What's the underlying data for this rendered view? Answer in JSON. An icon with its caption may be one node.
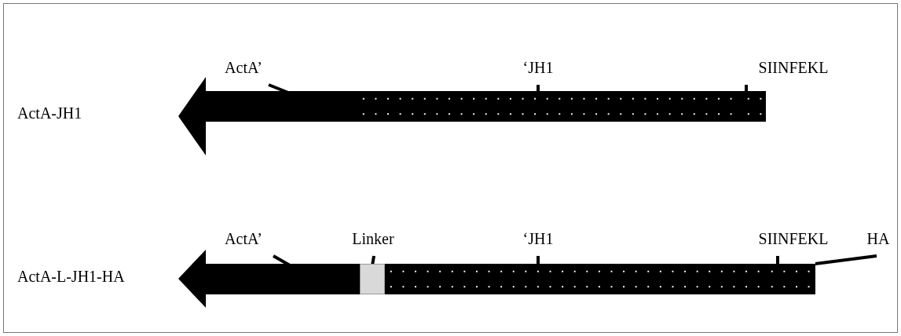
{
  "diagram": {
    "nodes": [
      {
        "text": [
          "ActA’"
        ]
      },
      {
        "text": [
          "‘JH1"
        ]
      },
      {
        "text": [
          "SIINFEKL"
        ]
      },
      {
        "text": [
          "ActA’"
        ]
      },
      {
        "text": [
          "Linker"
        ]
      },
      {
        "text": [
          "‘JH1"
        ]
      },
      {
        "text": [
          "SIINFEKL"
        ]
      },
      {
        "text": [
          "HA"
        ]
      },
      {
        "text": [],
        "shape": "arrow"
      },
      {
        "text": [],
        "shape": "bar"
      },
      {
        "text": [],
        "shape": "bar"
      },
      {
        "text": [],
        "shape": "arrow"
      },
      {
        "text": [],
        "shape": "box"
      },
      {
        "text": [],
        "shape": "bar"
      },
      {
        "text": [],
        "shape": "bar"
      }
    ],
    "edges": [
      {
        "from": 0,
        "to": 8,
        "arrow": "none"
      },
      {
        "from": 1,
        "to": 9,
        "arrow": "none"
      },
      {
        "from": 2,
        "to": 10,
        "arrow": "none"
      },
      {
        "from": 3,
        "to": 11,
        "arrow": "none"
      },
      {
        "from": 4,
        "to": 12,
        "arrow": "none"
      },
      {
        "from": 5,
        "to": 13,
        "arrow": "none"
      },
      {
        "from": 6,
        "to": 14,
        "arrow": "none"
      },
      {
        "from": 7,
        "to": 14,
        "arrow": "none"
      }
    ],
    "labels": [
      "ActA-JH1",
      "ActA-L-JH1-HA"
    ]
  }
}
